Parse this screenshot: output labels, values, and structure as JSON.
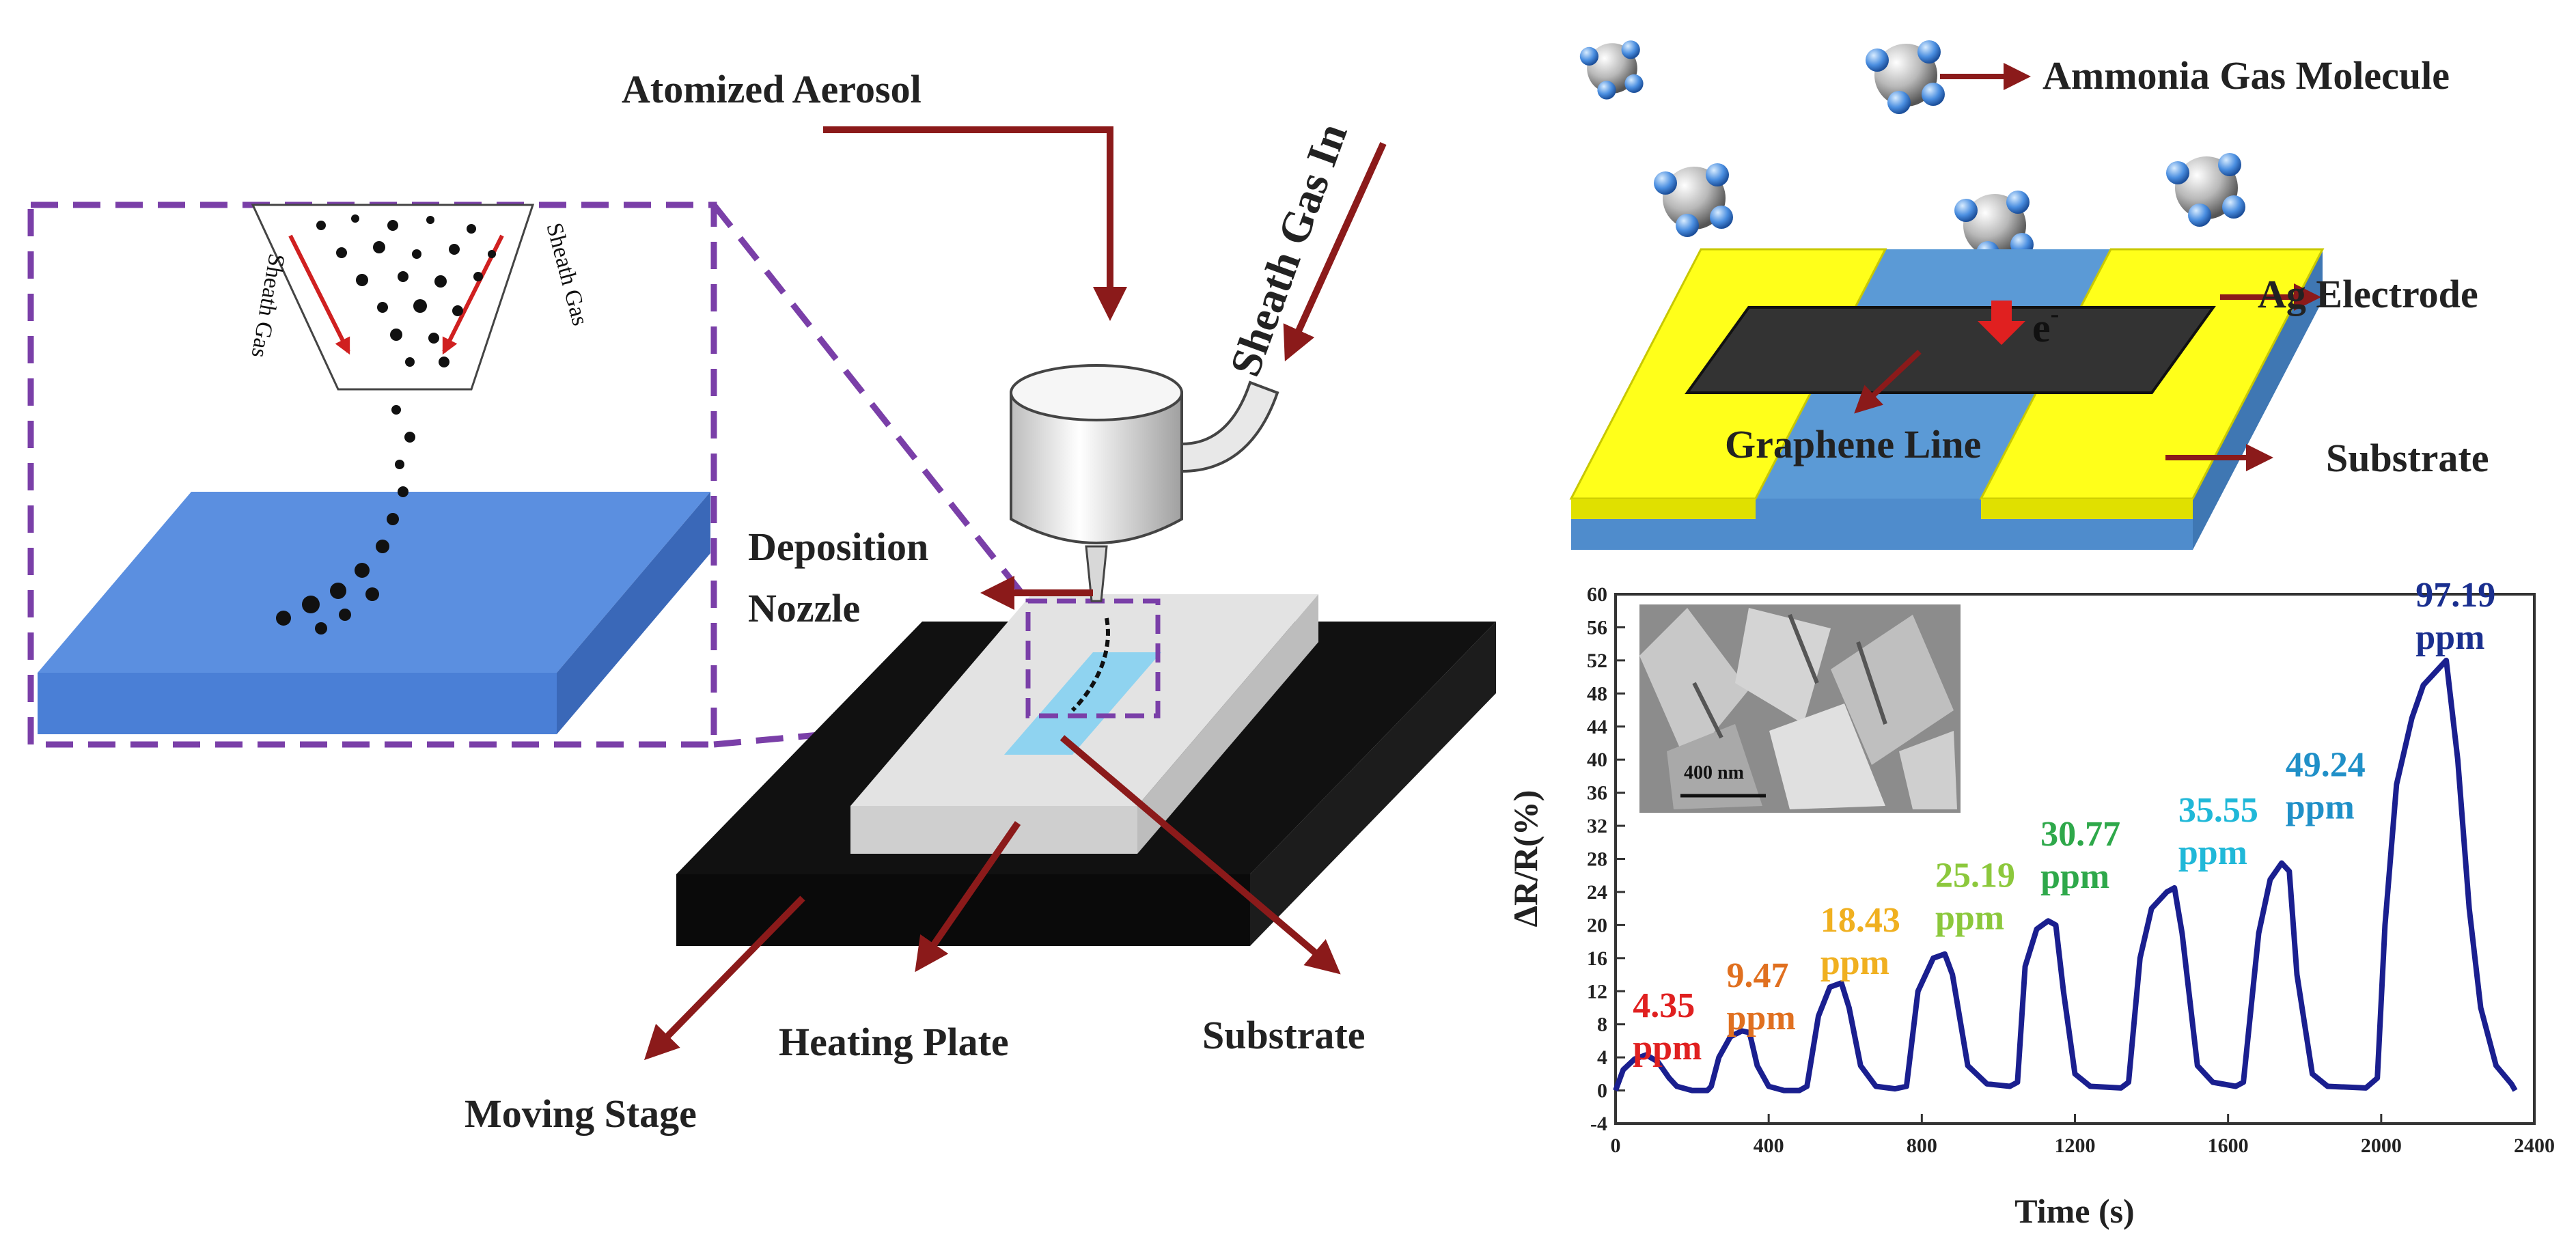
{
  "diagram": {
    "labels": {
      "atomized_aerosol": "Atomized Aerosol",
      "sheath_gas_in": "Sheath Gas In",
      "deposition_nozzle_line1": "Deposition",
      "deposition_nozzle_line2": "Nozzle",
      "heating_plate": "Heating Plate",
      "substrate": "Substrate",
      "moving_stage": "Moving Stage",
      "sheath_gas_left": "Sheath Gas",
      "sheath_gas_right": "Sheath Gas"
    },
    "sensor": {
      "ammonia": "Ammonia Gas Molecule",
      "ag_electrode": "Ag Electrode",
      "graphene_line": "Graphene Line",
      "substrate": "Substrate",
      "electron": "e",
      "electron_sup": "-"
    },
    "colors": {
      "arrow": "#8b1a1a",
      "dashed_box": "#7a3fa8",
      "substrate_blue": "#5b8fe0",
      "electrode_yellow": "#ffff1a",
      "curve": "#1a1f8f"
    }
  },
  "chart_data": {
    "type": "line",
    "title": "",
    "xlabel": "Time (s)",
    "ylabel": "ΔR/R(%)",
    "xlim": [
      0,
      2400
    ],
    "ylim": [
      -4,
      60
    ],
    "xticks": [
      0,
      400,
      800,
      1200,
      1600,
      2000,
      2400
    ],
    "yticks": [
      -4,
      0,
      4,
      8,
      12,
      16,
      20,
      24,
      28,
      32,
      36,
      40,
      44,
      48,
      52,
      56,
      60
    ],
    "inset_scale_label": "400 nm",
    "series": [
      {
        "x": [
          0,
          20,
          50,
          80,
          110,
          140,
          160,
          200,
          240,
          250,
          270,
          300,
          330,
          350,
          370,
          400,
          440,
          480,
          500,
          530,
          560,
          590,
          610,
          640,
          680,
          730,
          760,
          790,
          830,
          860,
          880,
          920,
          970,
          1030,
          1050,
          1070,
          1100,
          1130,
          1150,
          1170,
          1200,
          1240,
          1320,
          1340,
          1370,
          1400,
          1440,
          1460,
          1480,
          1520,
          1560,
          1620,
          1640,
          1680,
          1710,
          1740,
          1760,
          1780,
          1820,
          1860,
          1960,
          1990,
          2010,
          2040,
          2080,
          2110,
          2140,
          2170,
          2200,
          2230,
          2260,
          2300,
          2340,
          2350
        ],
        "y": [
          0,
          2.5,
          3.8,
          4.3,
          3.5,
          1.5,
          0.5,
          0,
          0,
          0.5,
          4,
          6.5,
          7.2,
          7,
          3,
          0.5,
          0,
          0,
          0.5,
          9,
          12.5,
          13,
          10,
          3,
          0.5,
          0.2,
          0.5,
          12,
          16,
          16.5,
          14,
          3,
          0.8,
          0.5,
          1,
          15,
          19.5,
          20.5,
          20,
          12,
          2,
          0.5,
          0.3,
          1,
          16,
          22,
          24,
          24.5,
          19,
          3,
          1,
          0.5,
          1,
          19,
          25.5,
          27.5,
          26.5,
          14,
          2,
          0.5,
          0.3,
          1.5,
          20,
          37,
          45,
          49,
          50.5,
          52,
          40,
          22,
          10,
          3,
          0.8,
          0
        ]
      }
    ],
    "annotations": [
      {
        "value": "4.35",
        "unit": "ppm",
        "color": "#e02020"
      },
      {
        "value": "9.47",
        "unit": "ppm",
        "color": "#e07020"
      },
      {
        "value": "18.43",
        "unit": "ppm",
        "color": "#f0b020"
      },
      {
        "value": "25.19",
        "unit": "ppm",
        "color": "#8cc83c"
      },
      {
        "value": "30.77",
        "unit": "ppm",
        "color": "#2ea84a"
      },
      {
        "value": "35.55",
        "unit": "ppm",
        "color": "#20b8d8"
      },
      {
        "value": "49.24",
        "unit": "ppm",
        "color": "#2090c8"
      },
      {
        "value": "97.19",
        "unit": "ppm",
        "color": "#1a2f8f"
      }
    ]
  }
}
